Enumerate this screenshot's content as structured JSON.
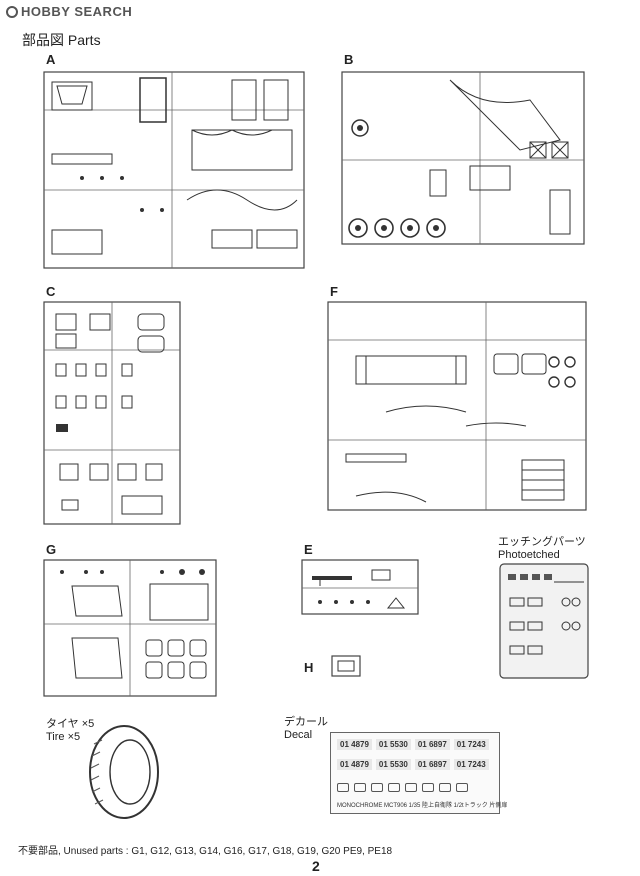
{
  "watermark": "HOBBY SEARCH",
  "heading": "部品図  Parts",
  "sections": {
    "a": "A",
    "b": "B",
    "c": "C",
    "f": "F",
    "g": "G",
    "e": "E",
    "h": "H"
  },
  "photoetched": {
    "jp": "エッチングパーツ",
    "en": "Photoetched"
  },
  "tire": {
    "jp": "タイヤ ×5",
    "en": "Tire ×5"
  },
  "decal": {
    "jp": "デカール",
    "en": "Decal",
    "plates_row1": [
      "01 4879",
      "01 5530",
      "01 6897",
      "01 7243"
    ],
    "plates_row2": [
      "01 4879",
      "01 5530",
      "01 6897",
      "01 7243"
    ],
    "caption": "MONOCHROME  MCT906  1/35 陸上自衛隊 1/2tトラック 片側扉"
  },
  "footer": {
    "unused_parts": "不要部品,  Unused parts : G1, G12, G13, G14, G16, G17, G18, G19, G20 PE9, PE18",
    "page_number": "2"
  }
}
